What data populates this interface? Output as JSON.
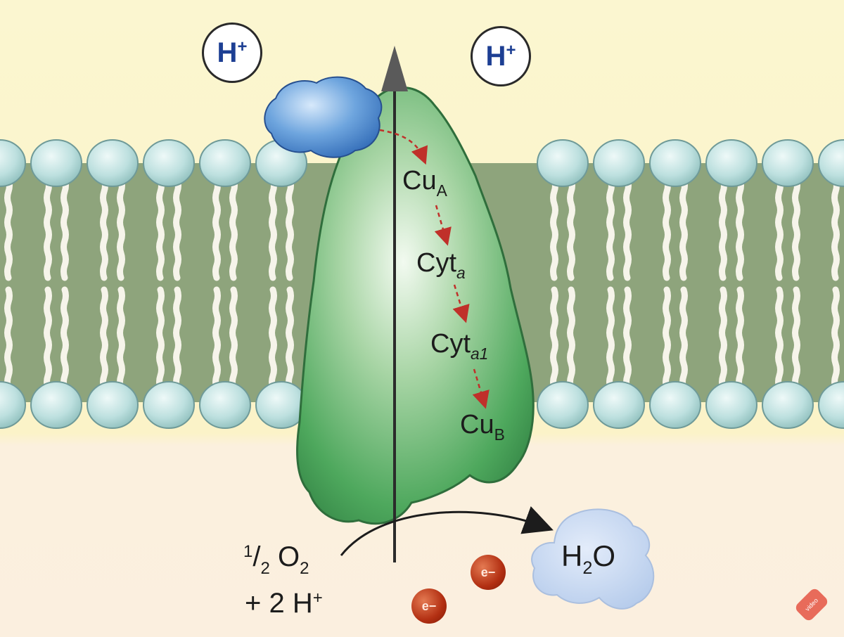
{
  "labels": {
    "proton_top_left": "H+",
    "proton_top_right": "H+",
    "cu_a": "CuA",
    "cyt_a": "Cyta",
    "cyt_a1": "Cyta1",
    "cu_b": "CuB",
    "oxygen_line1": "1/2 O2",
    "oxygen_line2": "+ 2 H+",
    "water": "H2O",
    "electron": "e−"
  },
  "watermark": "video",
  "colors": {
    "top_background": "#fbf3c8",
    "bottom_background": "#fbf0de",
    "membrane_green": "#8ea47c",
    "lipid_head": "#bfe2e1",
    "protein_green": "#3e9a52",
    "cytochrome_c_blue": "#4f8fd1",
    "electron_path_red": "#c0302a",
    "water_blob": "#c7d8ef",
    "proton_text": "#1d3f93"
  },
  "icons": [
    "cytochrome-c-blob",
    "proton-icon",
    "electron-icon",
    "water-molecule-icon"
  ]
}
